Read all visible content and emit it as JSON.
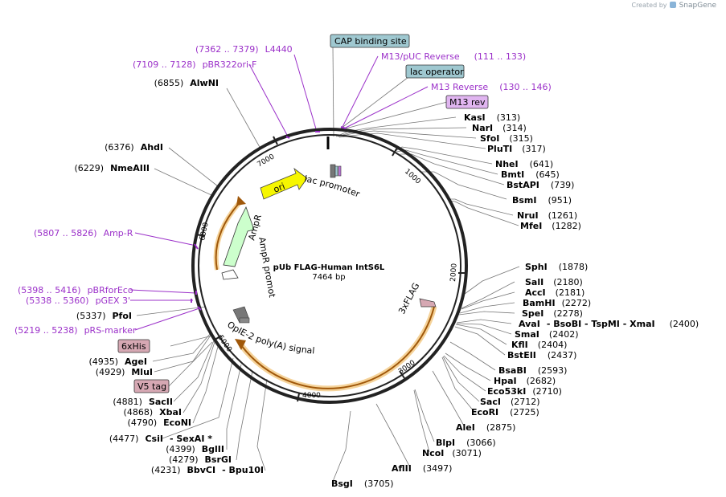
{
  "branding": {
    "created_by": "Created by",
    "product": "SnapGene",
    "accent": "#8ab4d8"
  },
  "plasmid": {
    "name": "pUb FLAG-Human IntS6L",
    "size": "7464 bp"
  },
  "colors": {
    "enzyme": "#000000",
    "primer": "#9b30c9",
    "ori": "#f6f600",
    "ampr": "#ccffcc",
    "feature_highlight": "#f5d39a",
    "blue_box": "#9fc8d0",
    "pink_box": "#d6a8b3",
    "purple_box": "#e0b5f0",
    "backbone": "#222222"
  },
  "tick_labels": [
    "1000",
    "2000",
    "3000",
    "4000",
    "5000",
    "6000",
    "7000"
  ],
  "center_labels": {
    "ori": "ori",
    "lac_promoter": "lac promoter",
    "ampr": "AmpR",
    "ampr_promoter": "AmpR promoter",
    "opie2": "OpIE-2 poly(A) signal",
    "flag3x": "3xFLAG"
  },
  "boxed_features": {
    "cap": "CAP binding site",
    "lac_operator": "lac operator",
    "m13_rev": "M13 rev",
    "his6": "6xHis",
    "v5": "V5 tag"
  },
  "primers": [
    {
      "pos": "(7362 .. 7379)",
      "name": "L4440"
    },
    {
      "pos": "(7109 .. 7128)",
      "name": "pBR322ori-F"
    },
    {
      "pos": "(111 .. 133)",
      "name": "M13/pUC Reverse"
    },
    {
      "pos": "(130 .. 146)",
      "name": "M13 Reverse"
    },
    {
      "pos": "(5807 .. 5826)",
      "name": "Amp-R"
    },
    {
      "pos": "(5398 .. 5416)",
      "name": "pBRforEco"
    },
    {
      "pos": "(5338 .. 5360)",
      "name": "pGEX 3'"
    },
    {
      "pos": "(5219 .. 5238)",
      "name": "pRS-marker"
    }
  ],
  "enzymes_right": [
    {
      "name": "KasI",
      "pos": "(313)"
    },
    {
      "name": "NarI",
      "pos": "(314)"
    },
    {
      "name": "SfoI",
      "pos": "(315)"
    },
    {
      "name": "PluTI",
      "pos": "(317)"
    },
    {
      "name": "NheI",
      "pos": "(641)"
    },
    {
      "name": "BmtI",
      "pos": "(645)"
    },
    {
      "name": "BstAPI",
      "pos": "(739)"
    },
    {
      "name": "BsmI",
      "pos": "(951)"
    },
    {
      "name": "NruI",
      "pos": "(1261)"
    },
    {
      "name": "MfeI",
      "pos": "(1282)"
    },
    {
      "name": "SphI",
      "pos": "(1878)"
    },
    {
      "name": "SalI",
      "pos": "(2180)"
    },
    {
      "name": "AccI",
      "pos": "(2181)"
    },
    {
      "name": "BamHI",
      "pos": "(2272)"
    },
    {
      "name": "SpeI",
      "pos": "(2278)"
    },
    {
      "name": "AvaI",
      "pos": "",
      "extra": "- BsoBI  - TspMI  - XmaI",
      "extra_pos": "(2400)"
    },
    {
      "name": "SmaI",
      "pos": "(2402)"
    },
    {
      "name": "KflI",
      "pos": "(2404)"
    },
    {
      "name": "BstEII",
      "pos": "(2437)"
    },
    {
      "name": "BsaBI",
      "pos": "(2593)"
    },
    {
      "name": "HpaI",
      "pos": "(2682)"
    },
    {
      "name": "Eco53kI",
      "pos": "(2710)"
    },
    {
      "name": "SacI",
      "pos": "(2712)"
    },
    {
      "name": "EcoRI",
      "pos": "(2725)"
    },
    {
      "name": "AleI",
      "pos": "(2875)"
    },
    {
      "name": "BlpI",
      "pos": "(3066)"
    },
    {
      "name": "NcoI",
      "pos": "(3071)"
    },
    {
      "name": "AflII",
      "pos": "(3497)"
    },
    {
      "name": "BsgI",
      "pos": "(3705)"
    }
  ],
  "enzymes_left": [
    {
      "pos": "(6855)",
      "name": "AlwNI"
    },
    {
      "pos": "(6376)",
      "name": "AhdI"
    },
    {
      "pos": "(6229)",
      "name": "NmeAIII"
    },
    {
      "pos": "(5337)",
      "name": "PfoI"
    },
    {
      "pos": "(4935)",
      "name": "AgeI"
    },
    {
      "pos": "(4929)",
      "name": "MluI"
    },
    {
      "pos": "(4881)",
      "name": "SacII"
    },
    {
      "pos": "(4868)",
      "name": "XbaI"
    },
    {
      "pos": "(4790)",
      "name": "EcoNI"
    },
    {
      "pos": "(4477)",
      "name": "CsiI",
      "extra": "- SexAI *"
    },
    {
      "pos": "(4399)",
      "name": "BglII"
    },
    {
      "pos": "(4279)",
      "name": "BsrGI"
    },
    {
      "pos": "(4231)",
      "name": "BbvCI",
      "extra": "- Bpu10I"
    }
  ]
}
